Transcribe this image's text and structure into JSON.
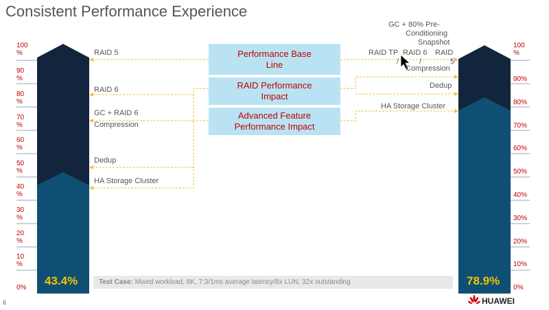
{
  "slide": {
    "title": "Consistent Performance Experience",
    "page_number": "6"
  },
  "left_axis": [
    {
      "num": "100",
      "unit": "%"
    },
    {
      "num": "90",
      "unit": "%"
    },
    {
      "num": "80",
      "unit": "%"
    },
    {
      "num": "70",
      "unit": "%"
    },
    {
      "num": "60",
      "unit": "%"
    },
    {
      "num": "50",
      "unit": "%"
    },
    {
      "num": "40",
      "unit": "%"
    },
    {
      "num": "30",
      "unit": "%"
    },
    {
      "num": "20",
      "unit": "%"
    },
    {
      "num": "10",
      "unit": "%"
    },
    {
      "num": "0%",
      "unit": ""
    }
  ],
  "right_axis": [
    "100 %",
    "90%",
    "80%",
    "70%",
    "60%",
    "50%",
    "40%",
    "30%",
    "20%",
    "10%",
    "0%"
  ],
  "left_labels": {
    "raid5": "RAID 5",
    "raid6": "RAID 6",
    "gc_raid6": "GC + RAID 6",
    "compression": "Compression",
    "dedup": "Dedup",
    "ha": "HA Storage Cluster"
  },
  "right_labels": {
    "gc_line1": "GC + 80% Pre-",
    "gc_line2": "Conditioning",
    "snapshot": "Snapshot",
    "raid_tp": "RAID TP",
    "raid6": "RAID 6",
    "raid5": "RAID",
    "raid5_num": "5",
    "slash1": "/",
    "slash2": "/",
    "compression": "Compression",
    "dedup": "Dedup",
    "ha": "HA Storage Cluster"
  },
  "boxes": {
    "baseline": "Performance Base Line",
    "raid": "RAID Performance Impact",
    "advanced": "Advanced Feature Performance Impact"
  },
  "left_bar": {
    "value_label": "43.4%",
    "fill_fraction": 0.434
  },
  "right_bar": {
    "value_label": "78.9%",
    "fill_fraction": 0.789
  },
  "test_case": {
    "label": "Test Case:",
    "text": " Mixed workload, 8K, 7:3/1ms average latency/8x LUN, 32x outstanding"
  },
  "brand": {
    "name": "HUAWEI"
  },
  "colors": {
    "dark_navy": "#12253d",
    "steel_blue": "#0e4f73",
    "box_fill": "#b9e3f3",
    "accent_red": "#c00000",
    "accent_gold": "#f5c400",
    "dash": "#f2c038"
  }
}
